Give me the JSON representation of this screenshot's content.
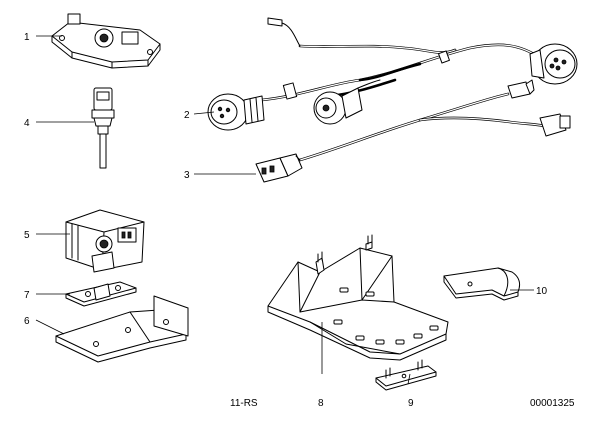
{
  "callouts": [
    {
      "label": "1"
    },
    {
      "label": "2"
    },
    {
      "label": "3"
    },
    {
      "label": "4"
    },
    {
      "label": "5"
    },
    {
      "label": "6"
    },
    {
      "label": "7"
    },
    {
      "label": "8"
    },
    {
      "label": "9"
    },
    {
      "label": "10"
    }
  ],
  "footer": {
    "group_code": "11-RS",
    "drawing_number": "00001325"
  }
}
